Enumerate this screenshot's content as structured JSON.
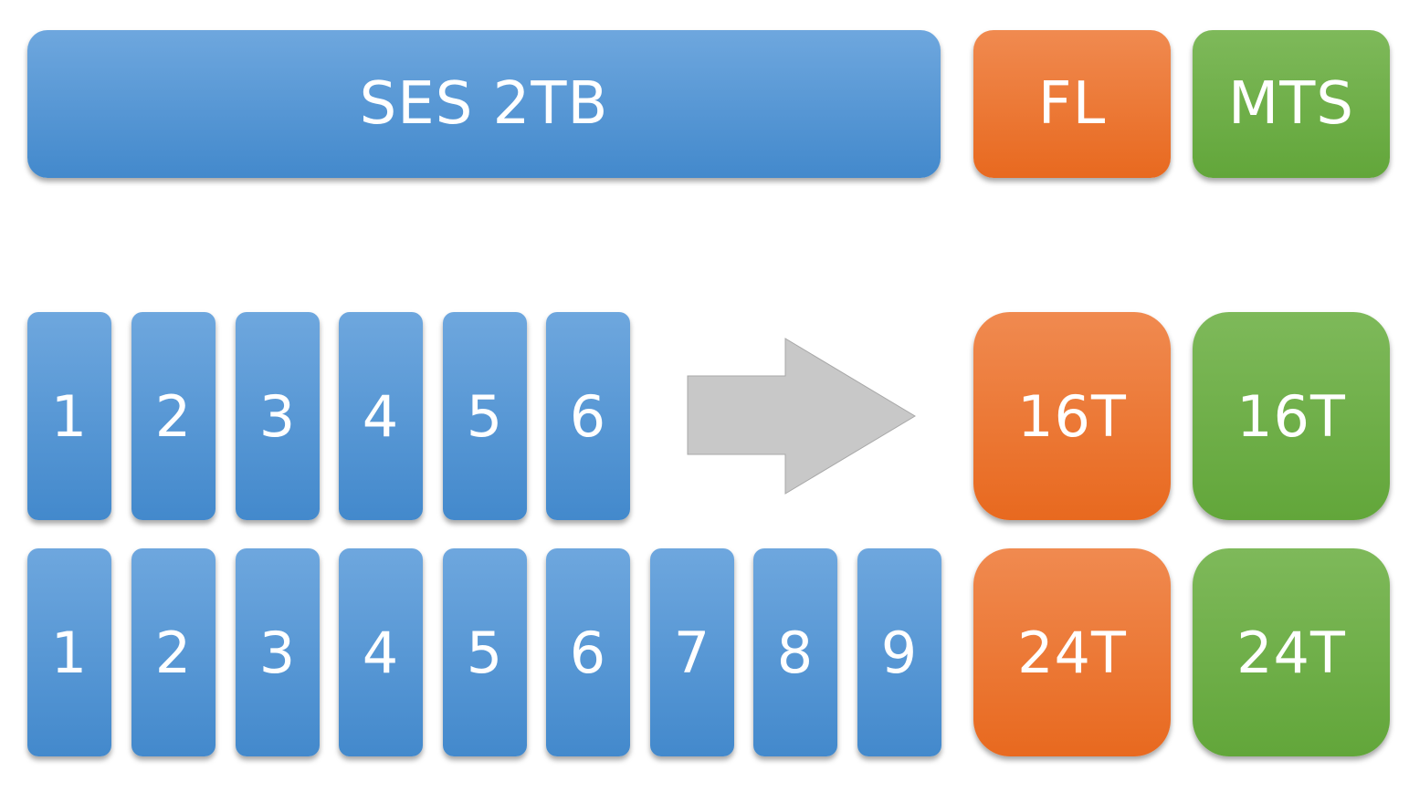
{
  "top_row": {
    "ses_label": "SES 2TB",
    "fl_label": "FL",
    "mts_label": "MTS"
  },
  "row1": {
    "bars": [
      "1",
      "2",
      "3",
      "4",
      "5",
      "6"
    ],
    "fl_label": "16T",
    "mts_label": "16T"
  },
  "row2": {
    "bars": [
      "1",
      "2",
      "3",
      "4",
      "5",
      "6",
      "7",
      "8",
      "9"
    ],
    "fl_label": "24T",
    "mts_label": "24T"
  },
  "colors": {
    "blue": "#5a9ad8",
    "orange": "#ee7a33",
    "green": "#70b048",
    "arrow": "#c8c8c8"
  },
  "icons": {
    "arrow": "right-arrow-icon"
  }
}
